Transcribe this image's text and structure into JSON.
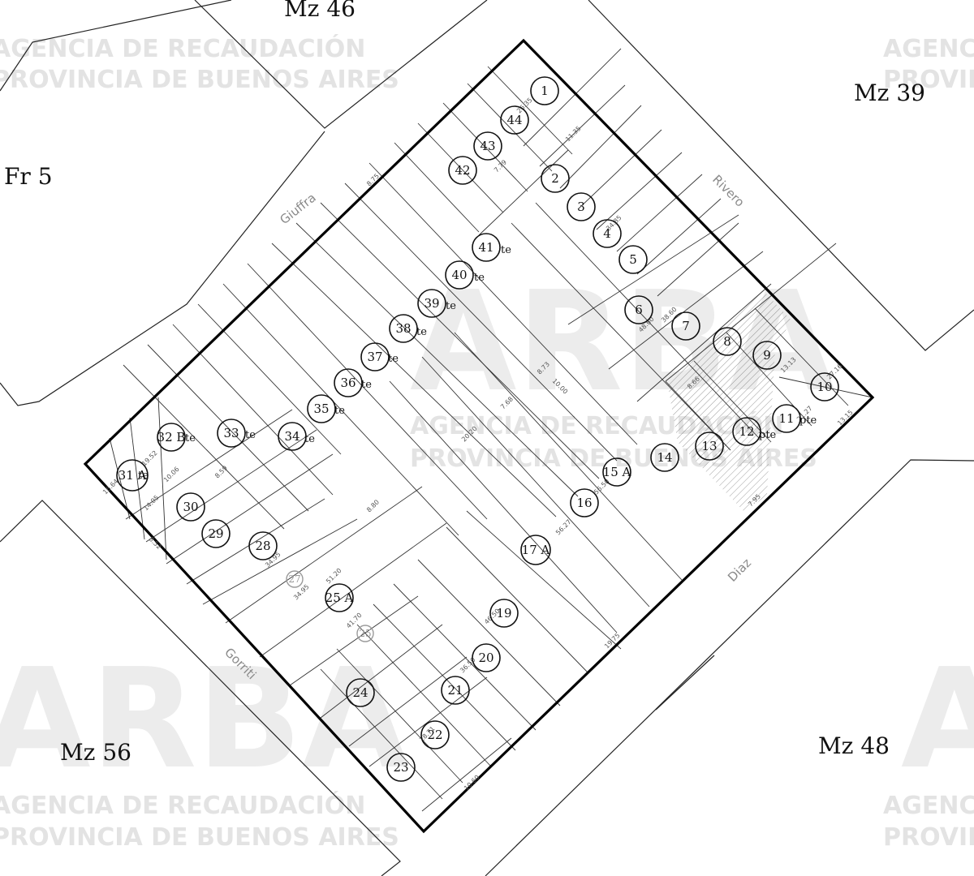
{
  "map": {
    "blocks": [
      {
        "id": "mz46",
        "label": "Mz 46"
      },
      {
        "id": "mz39",
        "label": "Mz 39"
      },
      {
        "id": "fr5",
        "label": "Fr 5"
      },
      {
        "id": "mz56",
        "label": "Mz 56"
      },
      {
        "id": "mz48",
        "label": "Mz 48"
      }
    ],
    "streets": [
      {
        "id": "giuffra",
        "label": "Giuffra"
      },
      {
        "id": "rivero",
        "label": "Rivero"
      },
      {
        "id": "diaz",
        "label": "Diaz"
      },
      {
        "id": "gorriti",
        "label": "Gorriti"
      }
    ],
    "watermarks": {
      "line1": "AGENCIA DE RECAUDACIÓN",
      "line2": "PROVINCIA DE BUENOS AIRES",
      "big": "ARBA"
    },
    "parcels": [
      {
        "id": "p1",
        "label": "1"
      },
      {
        "id": "p2",
        "label": "2"
      },
      {
        "id": "p3",
        "label": "3"
      },
      {
        "id": "p4",
        "label": "4"
      },
      {
        "id": "p5",
        "label": "5"
      },
      {
        "id": "p6",
        "label": "6"
      },
      {
        "id": "p7",
        "label": "7"
      },
      {
        "id": "p8",
        "label": "8"
      },
      {
        "id": "p9",
        "label": "9"
      },
      {
        "id": "p10",
        "label": "10"
      },
      {
        "id": "p11",
        "label": "11"
      },
      {
        "id": "p12",
        "label": "12"
      },
      {
        "id": "p13",
        "label": "13"
      },
      {
        "id": "p14",
        "label": "14"
      },
      {
        "id": "p15",
        "label": "15 A"
      },
      {
        "id": "p16",
        "label": "16"
      },
      {
        "id": "p17",
        "label": "17 A"
      },
      {
        "id": "p19",
        "label": "19"
      },
      {
        "id": "p20",
        "label": "20"
      },
      {
        "id": "p21",
        "label": "21"
      },
      {
        "id": "p22",
        "label": "22"
      },
      {
        "id": "p23",
        "label": "23"
      },
      {
        "id": "p24",
        "label": "24"
      },
      {
        "id": "p25a",
        "label": "25 A"
      },
      {
        "id": "p25",
        "label": "25"
      },
      {
        "id": "p27",
        "label": "27"
      },
      {
        "id": "p28",
        "label": "28"
      },
      {
        "id": "p29",
        "label": "29"
      },
      {
        "id": "p30",
        "label": "30"
      },
      {
        "id": "p31",
        "label": "31 A"
      },
      {
        "id": "p32",
        "label": "32 B"
      },
      {
        "id": "p33",
        "label": "33"
      },
      {
        "id": "p34",
        "label": "34"
      },
      {
        "id": "p35",
        "label": "35"
      },
      {
        "id": "p36",
        "label": "36"
      },
      {
        "id": "p37",
        "label": "37"
      },
      {
        "id": "p38",
        "label": "38"
      },
      {
        "id": "p39",
        "label": "39"
      },
      {
        "id": "p40",
        "label": "40"
      },
      {
        "id": "p41",
        "label": "41"
      },
      {
        "id": "p42",
        "label": "42"
      },
      {
        "id": "p43",
        "label": "43"
      },
      {
        "id": "p44",
        "label": "44"
      }
    ],
    "pte_labels": [
      "te",
      "te",
      "te",
      "te",
      "te",
      "te",
      "te",
      "te",
      "te",
      "te",
      "te",
      "pte",
      "pte"
    ],
    "dims": [
      "7.79",
      "26.35",
      "11.35",
      "34.85",
      "8.75",
      "10.00",
      "48.60",
      "38.60",
      "8.66",
      "21.27",
      "13.15",
      "19.75",
      "56.50",
      "56.27",
      "46.50",
      "36.50",
      "28.71",
      "10.60",
      "41.70",
      "51.20",
      "34.95",
      "34.95",
      "8.52",
      "14.05",
      "16.64",
      "19.52",
      "10.06",
      "8.59",
      "8.80",
      "20.20",
      "7.68",
      "8.73",
      "27.16",
      "13.13",
      "7.95"
    ]
  }
}
